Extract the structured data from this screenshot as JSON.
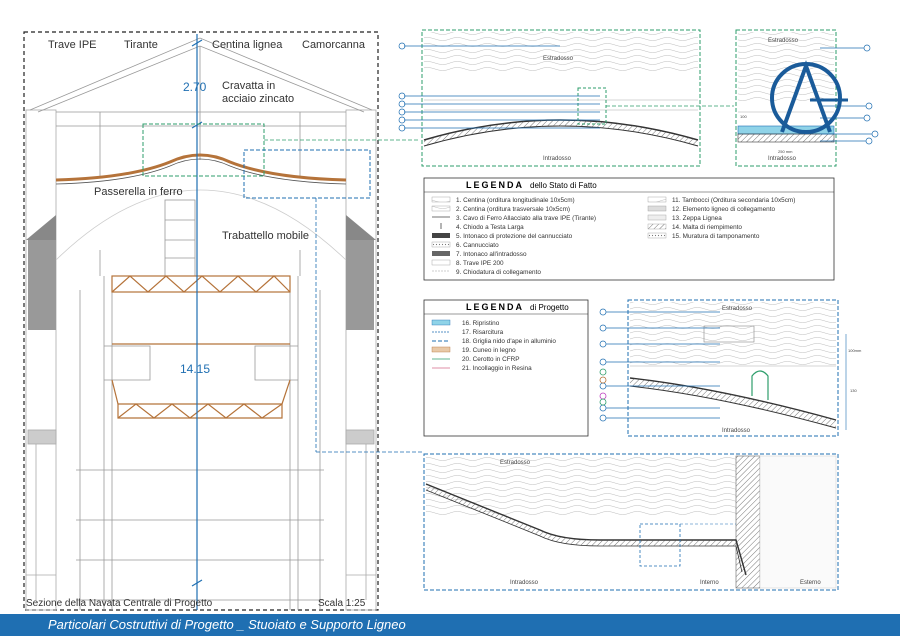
{
  "section": {
    "labels": {
      "trave_ipe": "Trave IPE",
      "tirante": "Tirante",
      "centina": "Centina lignea",
      "camorcanna": "Camorcanna",
      "cravatta_line1": "Cravatta in",
      "cravatta_line2": "acciaio zincato",
      "passerella": "Passerella in ferro",
      "trabattello": "Trabattello mobile"
    },
    "dimensions": {
      "height_upper": "2.70",
      "height_main": "14.15"
    },
    "caption": "Sezione della Navata Centrale di Progetto",
    "scale": "Scala 1:25"
  },
  "details": {
    "estradosso": "Estradosso",
    "intradosso": "Intradosso",
    "interno": "Interno",
    "esterno": "Esterno",
    "dim_250mm": "250 mm",
    "dim_100": "100",
    "dim_130": "130",
    "dim_100mm": "100mm"
  },
  "legend_stato": {
    "title": "LEGENDA",
    "subtitle": "dello Stato di Fatto",
    "left_items": [
      "1. Centina (orditura longitudinale 10x5cm)",
      "2. Centina (orditura trasversale 10x5cm)",
      "3. Cavo di Ferro Allacciato alla trave IPE (Tirante)",
      "4. Chiodo a Testa Larga",
      "5. Intonaco di protezione del cannucciato",
      "6. Cannucciato",
      "7. Intonaco all'intradosso",
      "8. Trave IPE 200",
      "9. Chiodatura di collegamento"
    ],
    "right_items": [
      "11. Tambocci (Orditura secondaria 10x5cm)",
      "12. Elemento ligneo di collegamento",
      "13. Zeppa Lignea",
      "14. Malta di riempimento",
      "15. Muratura di tamponamento"
    ]
  },
  "legend_progetto": {
    "title": "LEGENDA",
    "subtitle": "di Progetto",
    "items": [
      "16. Ripristino",
      "17. Risarcitura",
      "18. Griglia nido d'ape in alluminio",
      "19. Cuneo in legno",
      "20. Cerotto in CFRP",
      "21. Incollaggio in Resina"
    ]
  },
  "footer": {
    "title": "Particolari Costruttivi di Progetto _ Stuoiato e Supporto Ligneo"
  },
  "colors": {
    "accent_blue": "#1f6fb2",
    "detail_green": "#2e9e6b",
    "timber_brown": "#b5733a",
    "ripristino_cyan": "#8fd3e8"
  }
}
